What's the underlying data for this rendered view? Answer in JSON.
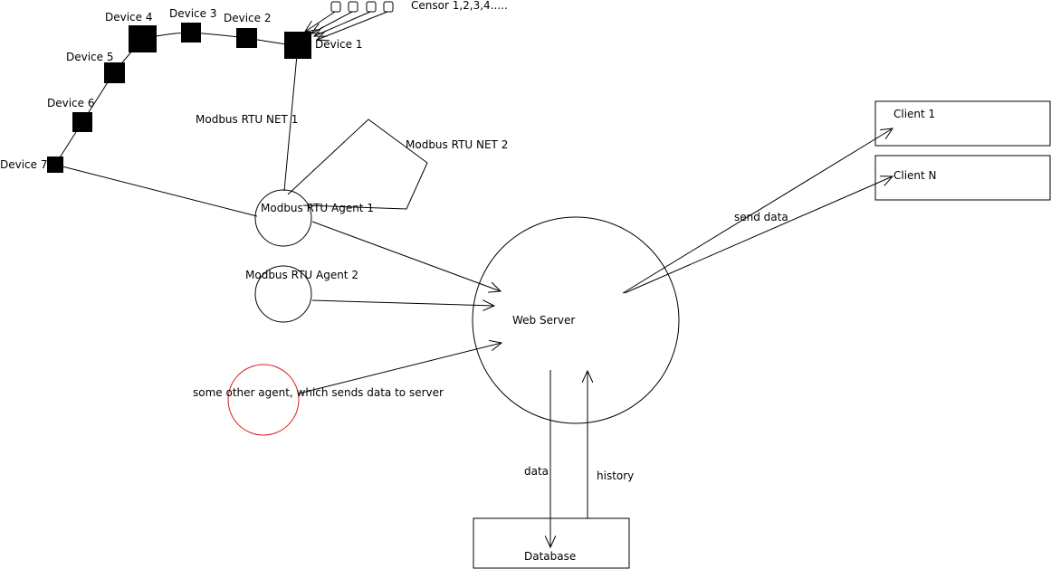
{
  "sensors": {
    "label": "Censor 1,2,3,4....."
  },
  "devices": {
    "device1": "Device 1",
    "device2": "Device 2",
    "device3": "Device 3",
    "device4": "Device 4",
    "device5": "Device 5",
    "device6": "Device 6",
    "device7": "Device 7"
  },
  "networks": {
    "net1": "Modbus RTU NET 1",
    "net2": "Modbus RTU NET 2"
  },
  "agents": {
    "agent1": "Modbus RTU Agent 1",
    "agent2": "Modbus RTU Agent 2",
    "other": "some other agent, which sends data to server"
  },
  "server": {
    "label": "Web Server"
  },
  "clients": {
    "client1": "Client 1",
    "clientN": "Client N",
    "send_label": "send data"
  },
  "database": {
    "label": "Database",
    "data_label": "data",
    "history_label": "history"
  },
  "colors": {
    "line": "#000000",
    "other_agent": "#d62020",
    "background": "#ffffff"
  }
}
